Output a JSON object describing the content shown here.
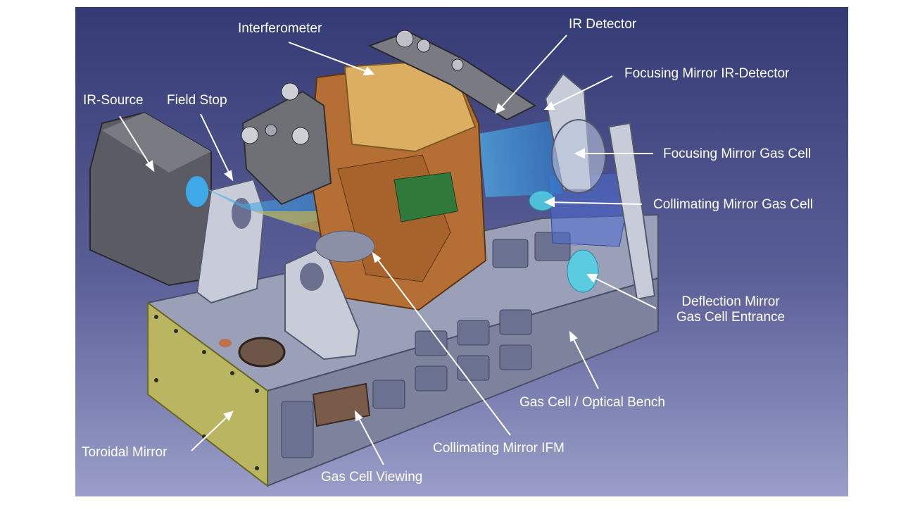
{
  "labels": {
    "interferometer": "Interferometer",
    "ir_detector": "IR Detector",
    "focusing_mirror_ir_detector": "Focusing Mirror IR-Detector",
    "ir_source": "IR-Source",
    "field_stop": "Field Stop",
    "focusing_mirror_gas_cell": "Focusing Mirror Gas Cell",
    "collimating_mirror_gas_cell": "Collimating Mirror Gas Cell",
    "deflection_mirror_line1": "Deflection Mirror",
    "deflection_mirror_line2": "Gas Cell Entrance",
    "gas_cell_optical_bench": "Gas Cell / Optical Bench",
    "collimating_mirror_ifm": "Collimating Mirror IFM",
    "toroidal_mirror": "Toroidal Mirror",
    "gas_cell_viewing": "Gas Cell Viewing"
  },
  "colors": {
    "background_top": "#3a3f78",
    "background_bottom": "#8a8fbf",
    "label_text": "#ffffff",
    "interferometer_copper": "#b8733a",
    "interferometer_top": "#d9ad62",
    "bench_gray": "#8d93a6",
    "source_gray": "#5f6066",
    "beam_blue": "#3aa0e6",
    "toroidal_yellow": "#c8c24a",
    "gas_cell_glass": "#6f82c9"
  }
}
